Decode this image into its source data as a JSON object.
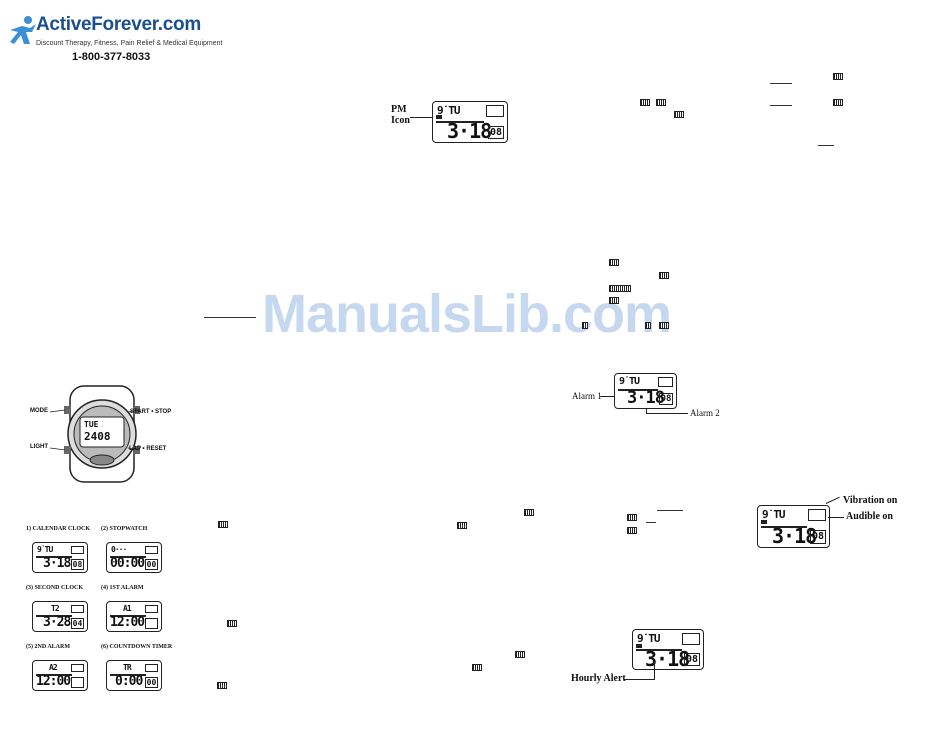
{
  "brand": {
    "name": "ActiveForever.com",
    "tagline": "Discount Therapy, Fitness, Pain Relief & Medical Equipment",
    "phone": "1-800-377-8033"
  },
  "watermark": "ManualsLib.com",
  "watch_buttons": {
    "mode": "MODE",
    "light": "LIGHT",
    "start_stop": "START • STOP",
    "lap_reset": "LAP • RESET"
  },
  "watch_face": {
    "top": "TUE",
    "main": "2408",
    "side": ""
  },
  "mode_captions": [
    "1) CALENDAR CLOCK",
    "(2) STOPWATCH",
    "(3) SECOND CLOCK",
    "(4) 1ST ALARM",
    "(5) 2ND ALARM",
    "(6) COUNTDOWN TIMER"
  ],
  "mode_displays": [
    {
      "top": "9˙TU",
      "main": "3·18",
      "side": "08"
    },
    {
      "top": "0···",
      "main": "00:00",
      "side": "00"
    },
    {
      "top": "T2",
      "main": "3·28",
      "side": "04"
    },
    {
      "top": "A1",
      "main": "12:00",
      "side": ""
    },
    {
      "top": "A2",
      "main": "12:00",
      "side": ""
    },
    {
      "top": "TR",
      "main": "0:00",
      "side": "00"
    }
  ],
  "pm_label": "PM\nIcon",
  "pm_display": {
    "top": "9˙TU",
    "main": "3·18",
    "side": "08"
  },
  "alarm_labels": {
    "alarm1": "Alarm 1",
    "alarm2": "Alarm 2"
  },
  "alarm_display": {
    "top": "9˙TU",
    "main": "3·18",
    "side": "08"
  },
  "vib_labels": {
    "vibration": "Vibration on",
    "audible": "Audible on"
  },
  "vib_display": {
    "top": "9˙TU",
    "main": "3·18",
    "side": "08"
  },
  "hourly_label": "Hourly Alert",
  "hourly_display": {
    "top": "9˙TU",
    "main": "3·18",
    "side": "08"
  }
}
